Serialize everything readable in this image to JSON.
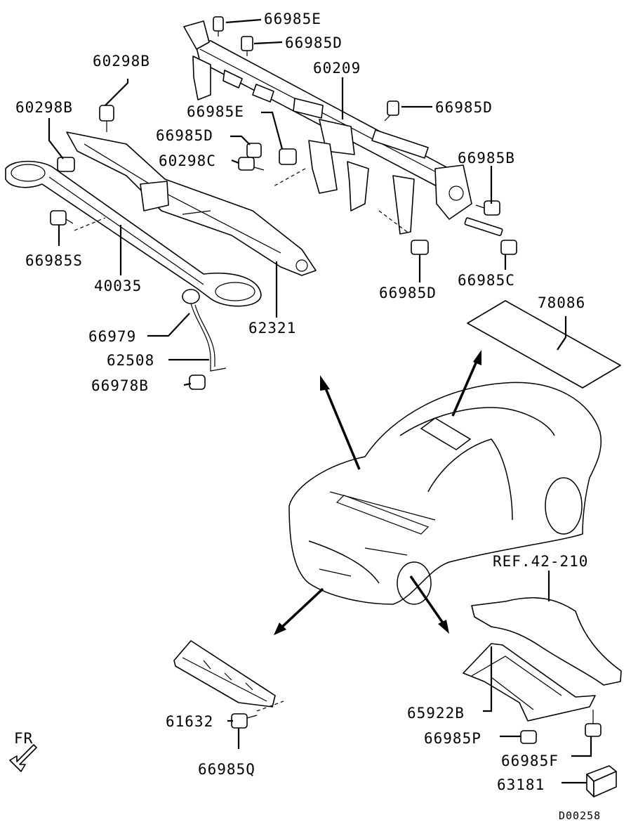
{
  "parts": {
    "p66985E_top": "66985E",
    "p66985D_top": "66985D",
    "p60298B_a": "60298B",
    "p60209": "60209",
    "p60298B_b": "60298B",
    "p66985E_mid": "66985E",
    "p66985D_right": "66985D",
    "p66985D_left": "66985D",
    "p60298C": "60298C",
    "p66985B": "66985B",
    "p66985S": "66985S",
    "p40035": "40035",
    "p66985D_low": "66985D",
    "p66985C": "66985C",
    "p78086": "78086",
    "p66979": "66979",
    "p62321": "62321",
    "p62508": "62508",
    "p66978B": "66978B",
    "ref": "REF.42-210",
    "p61632": "61632",
    "p66985Q": "66985Q",
    "p65922B": "65922B",
    "p66985P": "66985P",
    "p66985F": "66985F",
    "p63181": "63181"
  },
  "fr_label": "FR",
  "diagram_id": "D00258"
}
